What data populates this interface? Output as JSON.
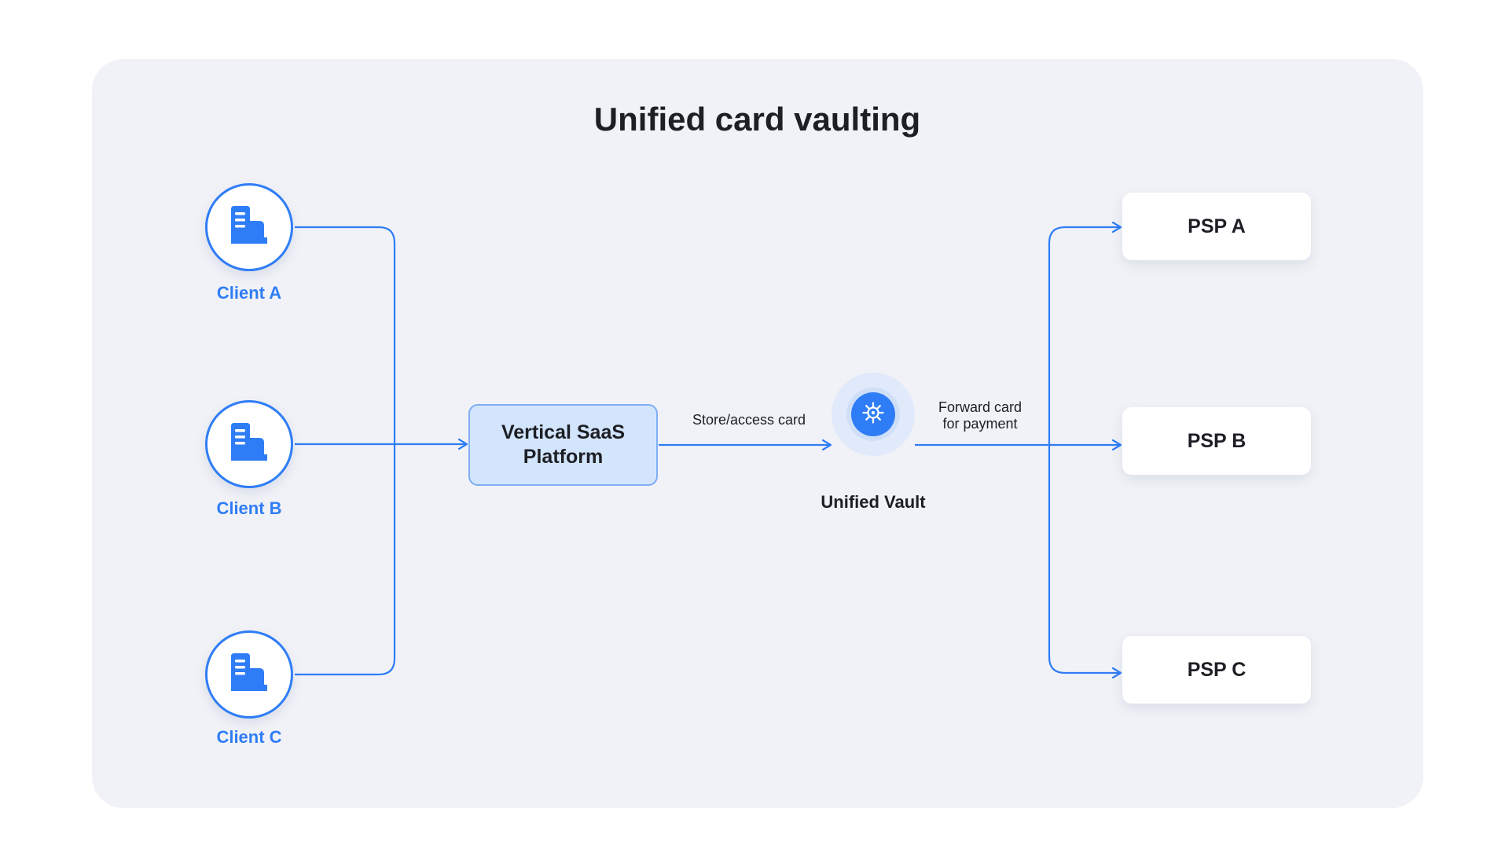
{
  "diagram": {
    "title": "Unified card vaulting",
    "clients": [
      {
        "label": "Client A",
        "icon": "building-icon"
      },
      {
        "label": "Client B",
        "icon": "building-icon"
      },
      {
        "label": "Client C",
        "icon": "building-icon"
      }
    ],
    "platform": {
      "line1": "Vertical SaaS",
      "line2": "Platform"
    },
    "edge_store": "Store/access card",
    "edge_forward": {
      "line1": "Forward card",
      "line2": "for payment"
    },
    "vault": {
      "label": "Unified Vault",
      "icon": "vault-gear-icon"
    },
    "psps": [
      {
        "label": "PSP A"
      },
      {
        "label": "PSP B"
      },
      {
        "label": "PSP C"
      }
    ],
    "colors": {
      "accent": "#2f7df6",
      "panel": "#f1f2f7",
      "platform_fill": "#d3e5fd",
      "text": "#1d1f24"
    }
  }
}
